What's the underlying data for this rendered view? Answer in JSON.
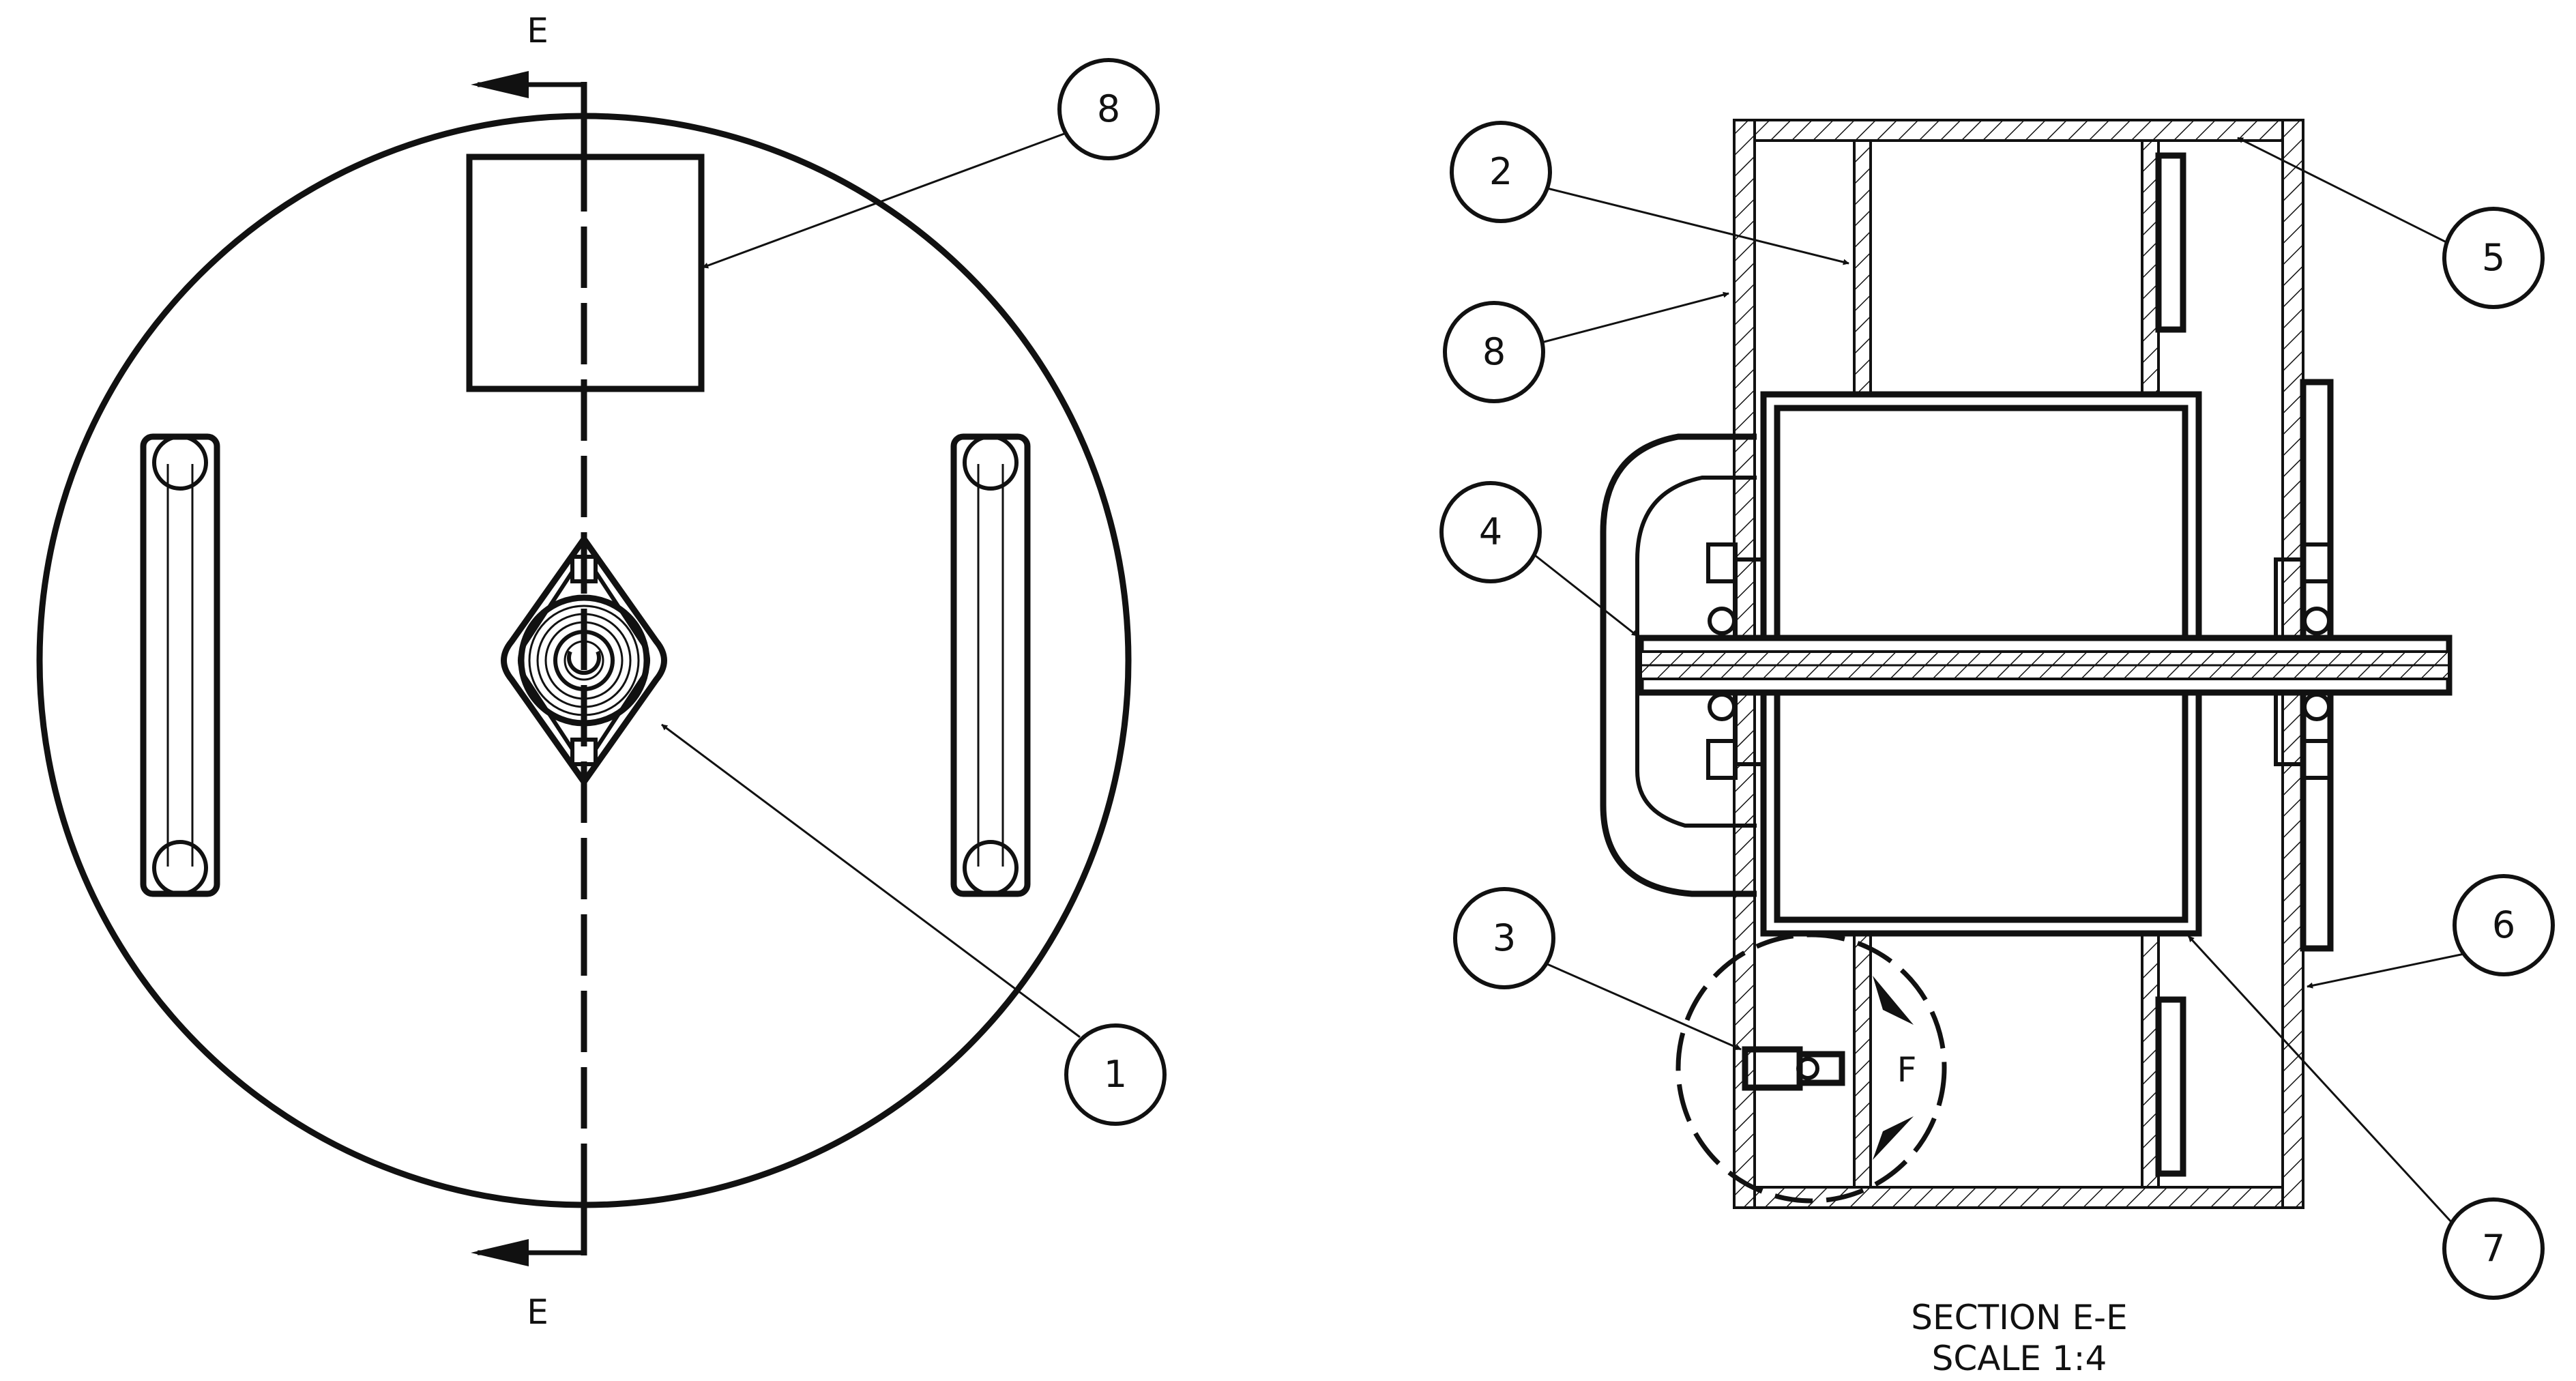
{
  "section_marker": {
    "letter_top": "E",
    "letter_bottom": "E"
  },
  "detail_marker": {
    "letter": "F"
  },
  "balloons": [
    {
      "id": "balloon-8-left",
      "label": "8"
    },
    {
      "id": "balloon-1",
      "label": "1"
    },
    {
      "id": "balloon-2",
      "label": "2"
    },
    {
      "id": "balloon-8-right",
      "label": "8"
    },
    {
      "id": "balloon-4",
      "label": "4"
    },
    {
      "id": "balloon-3",
      "label": "3"
    },
    {
      "id": "balloon-5",
      "label": "5"
    },
    {
      "id": "balloon-6",
      "label": "6"
    },
    {
      "id": "balloon-7",
      "label": "7"
    }
  ],
  "caption": {
    "line1": "SECTION E-E",
    "line2": "SCALE 1:4"
  },
  "colors": {
    "line": "#111111",
    "background": "#ffffff"
  }
}
